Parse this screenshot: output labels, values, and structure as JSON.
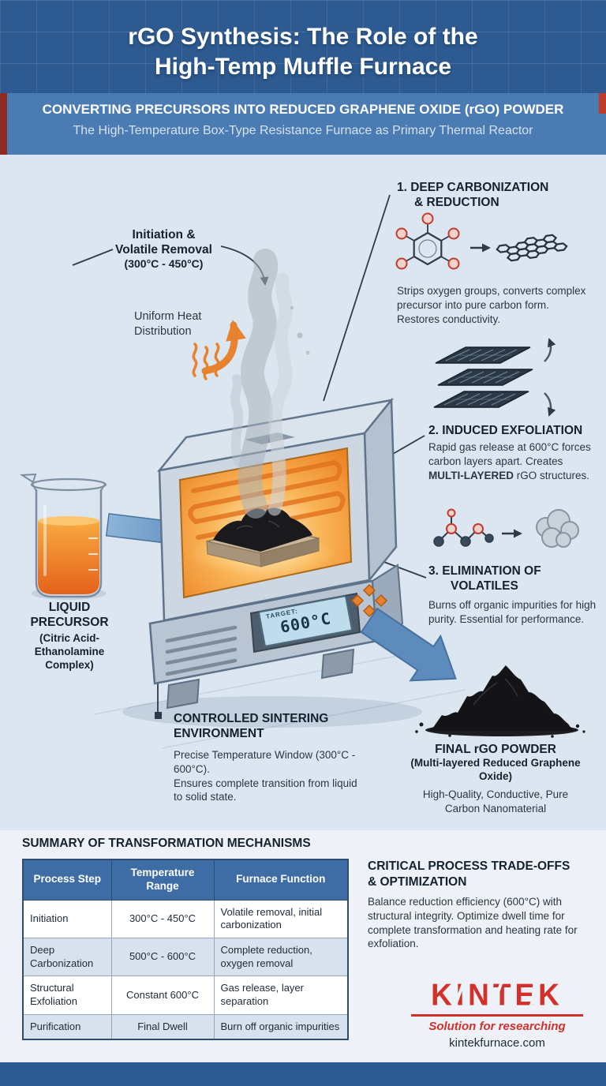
{
  "colors": {
    "header_bg": "#2d5a90",
    "subheader_bg": "#4a7cb3",
    "accent_red": "#c0392b",
    "brand_red": "#d2302a",
    "arrow_blue": "#5d8cbc",
    "heat_orange": "#e8822f",
    "table_header_bg": "#3e6da5",
    "main_bg": "#dce6f0"
  },
  "header": {
    "line1": "rGO Synthesis: The Role of the",
    "line2": "High-Temp Muffle Furnace"
  },
  "subheader": {
    "line1": "CONVERTING PRECURSORS INTO REDUCED GRAPHENE OXIDE (rGO) POWDER",
    "line2": "The High-Temperature Box-Type Resistance Furnace as Primary Thermal Reactor"
  },
  "annotations": {
    "initiation": {
      "line1": "Initiation &",
      "line2": "Volatile Removal",
      "temp": "(300°C - 450°C)"
    },
    "uniform_heat": {
      "line1": "Uniform Heat",
      "line2": "Distribution"
    }
  },
  "precursor": {
    "line1": "LIQUID",
    "line2": "PRECURSOR",
    "subtitle": "(Citric Acid-Ethanolamine Complex)"
  },
  "furnace": {
    "target_label": "TARGET:",
    "temp_value": "600°C"
  },
  "steps": [
    {
      "title_line1": "1. DEEP CARBONIZATION",
      "title_line2": "& REDUCTION",
      "text": "Strips oxygen groups, converts complex precursor into pure carbon form. Restores conductivity."
    },
    {
      "title_line1": "2. INDUCED EXFOLIATION",
      "text_before": "Rapid gas release at 600°C forces carbon layers apart. Creates ",
      "text_bold": "MULTI-LAYERED",
      "text_after": " rGO structures."
    },
    {
      "title_line1": "3. ELIMINATION OF",
      "title_line2": "VOLATILES",
      "text": "Burns off organic impurities for high purity. Essential for performance."
    }
  ],
  "sintering": {
    "title_line1": "CONTROLLED SINTERING",
    "title_line2": "ENVIRONMENT",
    "text1": "Precise Temperature Window (300°C - 600°C).",
    "text2": "Ensures complete transition from liquid to solid state."
  },
  "final_product": {
    "title": "FINAL rGO POWDER",
    "subtitle": "(Multi-layered Reduced Graphene Oxide)",
    "description": "High-Quality, Conductive, Pure Carbon Nanomaterial"
  },
  "summary": {
    "title": "SUMMARY OF TRANSFORMATION MECHANISMS",
    "headers": [
      "Process Step",
      "Temperature Range",
      "Furnace Function"
    ],
    "rows": [
      {
        "step": "Initiation",
        "range": "300°C - 450°C",
        "function": "Volatile removal, initial carbonization"
      },
      {
        "step": "Deep Carbonization",
        "range": "500°C - 600°C",
        "function": "Complete reduction, oxygen removal"
      },
      {
        "step": "Structural Exfoliation",
        "range": "Constant 600°C",
        "function": "Gas release, layer separation"
      },
      {
        "step": "Purification",
        "range": "Final Dwell",
        "function": "Burn off organic impurities"
      }
    ]
  },
  "tradeoffs": {
    "title_line1": "CRITICAL PROCESS TRADE-OFFS",
    "title_line2": "& OPTIMIZATION",
    "text": "Balance reduction efficiency (600°C) with structural integrity. Optimize dwell time for complete transformation and heating rate for exfoliation."
  },
  "brand": {
    "name": "KINTEK",
    "tagline": "Solution for researching",
    "website": "kintekfurnace.com"
  }
}
